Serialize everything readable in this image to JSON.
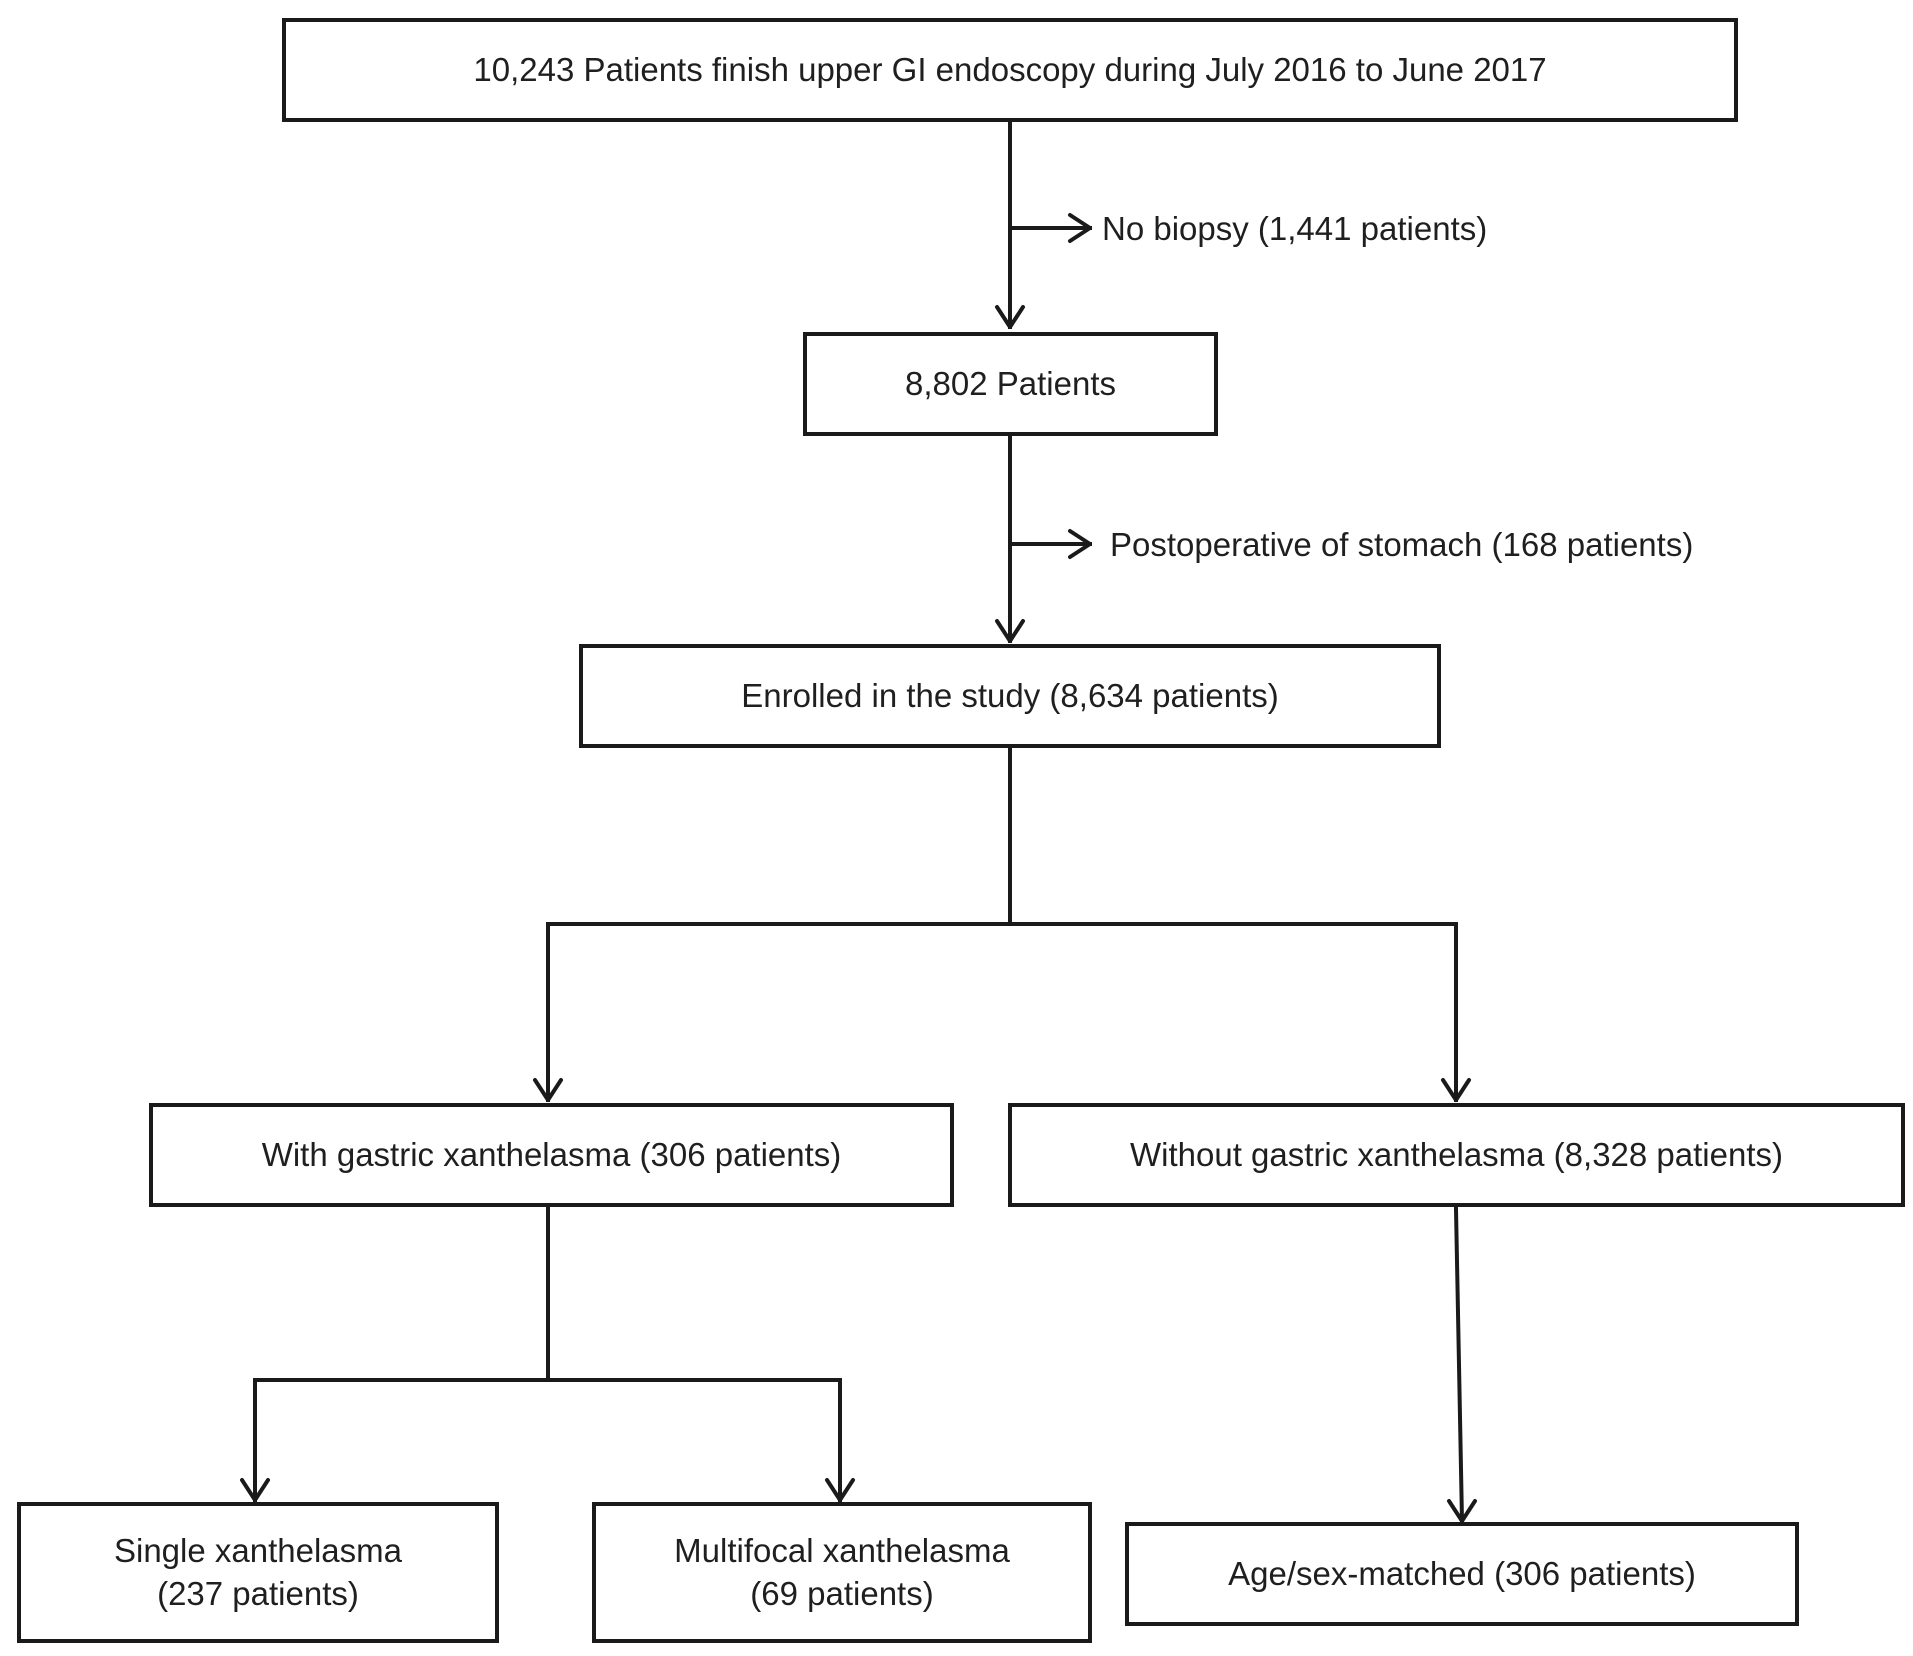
{
  "flowchart": {
    "boxes": {
      "screened": "10,243 Patients finish upper GI endoscopy during July 2016 to June 2017",
      "after_biopsy": "8,802 Patients",
      "enrolled": "Enrolled in the study (8,634 patients)",
      "with_gx": "With gastric xanthelasma (306 patients)",
      "without_gx": "Without gastric xanthelasma (8,328 patients)",
      "single": {
        "line1": "Single xanthelasma",
        "line2": "(237 patients)"
      },
      "multifocal": {
        "line1": "Multifocal xanthelasma",
        "line2": "(69 patients)"
      },
      "matched": "Age/sex-matched (306 patients)"
    },
    "exclusions": {
      "no_biopsy": "No biopsy (1,441 patients)",
      "postoperative": "Postoperative of stomach (168 patients)"
    }
  }
}
